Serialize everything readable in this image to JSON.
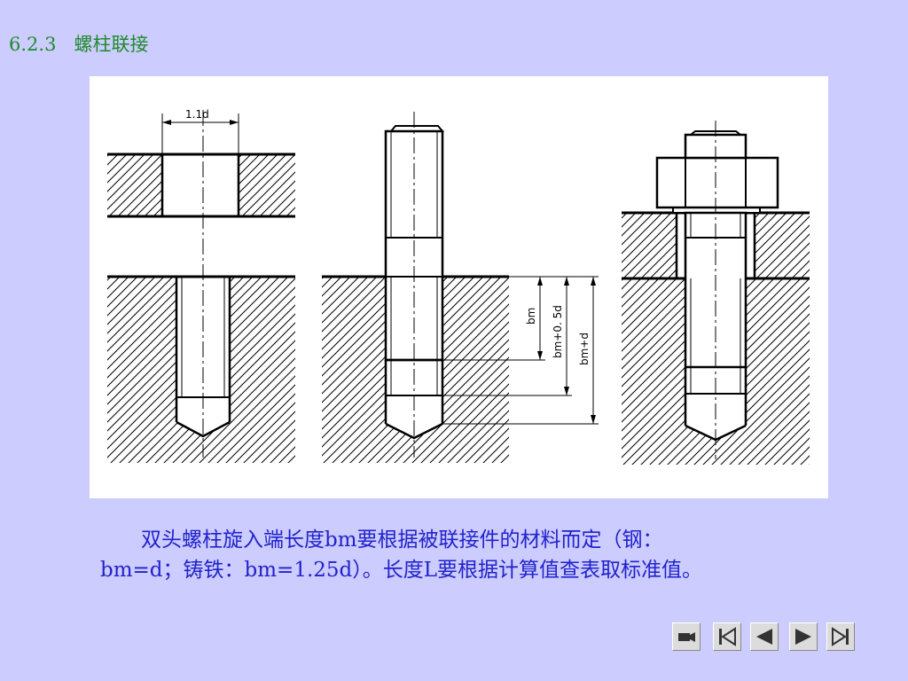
{
  "title": "6.2.3   螺柱联接",
  "figure": {
    "dim_top": "1.1d",
    "dim_bm": "bm",
    "dim_bm_half": "bm+0. 5d",
    "dim_bm_d": "bm+d"
  },
  "caption": {
    "line1": "　　双头螺柱旋入端长度bm要根据被联接件的材料而定（钢：",
    "line2": "bm=d；铸铁：bm=1.25d）。长度L要根据计算值查表取标准值。"
  },
  "nav": {
    "icons": [
      "camera-icon",
      "first-icon",
      "prev-icon",
      "next-icon",
      "last-icon"
    ]
  },
  "colors": {
    "background": "#ccccff",
    "title": "#1f8a2a",
    "caption": "#2222cc"
  }
}
